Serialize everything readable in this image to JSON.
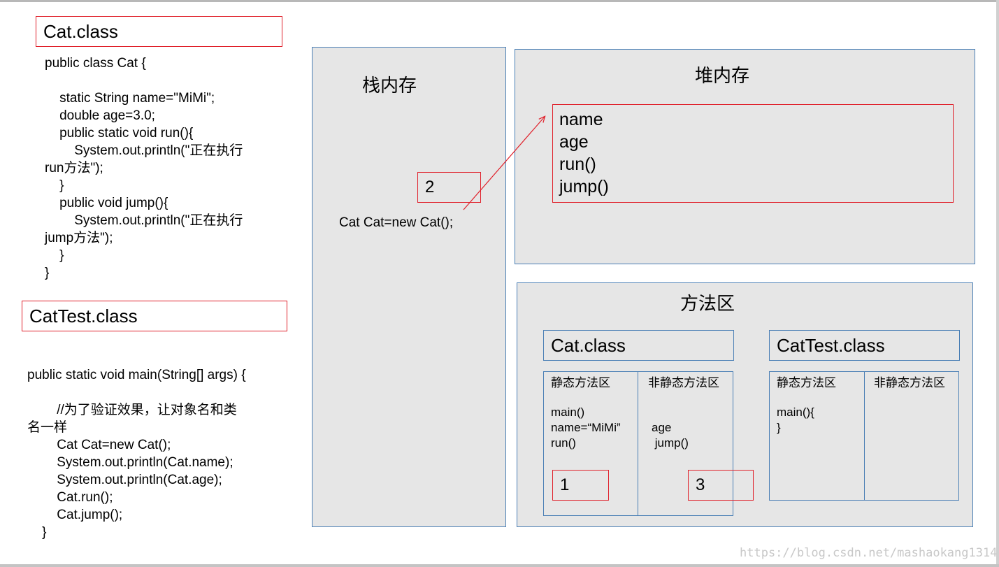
{
  "left_panel": {
    "cat_class_title": "Cat.class",
    "cat_class_code": "public class Cat {\n\n    static String name=\"MiMi\";\n    double age=3.0;\n    public static void run(){\n        System.out.println(\"正在执行\nrun方法\");\n    }\n    public void jump(){\n        System.out.println(\"正在执行\njump方法\");\n    }\n}",
    "cattest_class_title": "CatTest.class",
    "cattest_class_code": "public static void main(String[] args) {\n\n        //为了验证效果，让对象名和类\n名一样\n        Cat Cat=new Cat();\n        System.out.println(Cat.name);\n        System.out.println(Cat.age);\n        Cat.run();\n        Cat.jump();\n    }"
  },
  "stack": {
    "title": "栈内存",
    "step_label": "2",
    "statement": "Cat Cat=new Cat();"
  },
  "heap": {
    "title": "堆内存",
    "members": [
      "name",
      "age",
      "run()",
      "jump()"
    ]
  },
  "method_area": {
    "title": "方法区",
    "cat_class": {
      "title": "Cat.class",
      "static_area_title": "静态方法区",
      "static_area_items": "main()\nname=“MiMi”\nrun()",
      "nonstatic_area_title": "非静态方法区",
      "nonstatic_area_items": "age\n jump()",
      "step_1": "1",
      "step_3": "3"
    },
    "cattest_class": {
      "title": "CatTest.class",
      "static_area_title": "静态方法区",
      "static_area_items": "main(){\n}",
      "nonstatic_area_title": "非静态方法区"
    }
  },
  "watermark": "https://blog.csdn.net/mashaokang1314",
  "colors": {
    "red_border": "#e0202a",
    "blue_border": "#4a7fb5",
    "panel_fill": "#e6e6e6"
  }
}
